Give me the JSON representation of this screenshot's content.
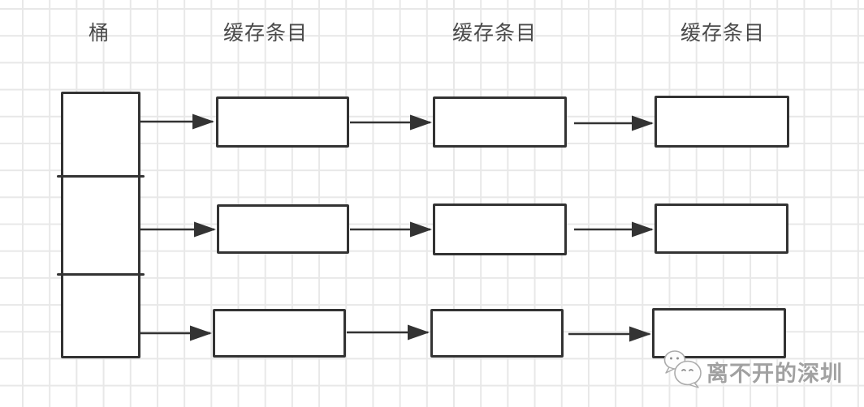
{
  "header": {
    "bucket_label": "桶",
    "entry_labels": [
      "缓存条目",
      "缓存条目",
      "缓存条目"
    ]
  },
  "structure": {
    "description": "hash-table buckets pointing to linked cache entries",
    "bucket_cells": 3,
    "entries_per_bucket": 3
  },
  "watermark": {
    "icon": "wechat-icon",
    "text": "离不开的深圳"
  },
  "colors": {
    "background": "#ffffff",
    "grid_line": "#e8e8e8",
    "shape_border": "#333333",
    "label_text": "#4a4a4a",
    "watermark_text": "#949494"
  }
}
